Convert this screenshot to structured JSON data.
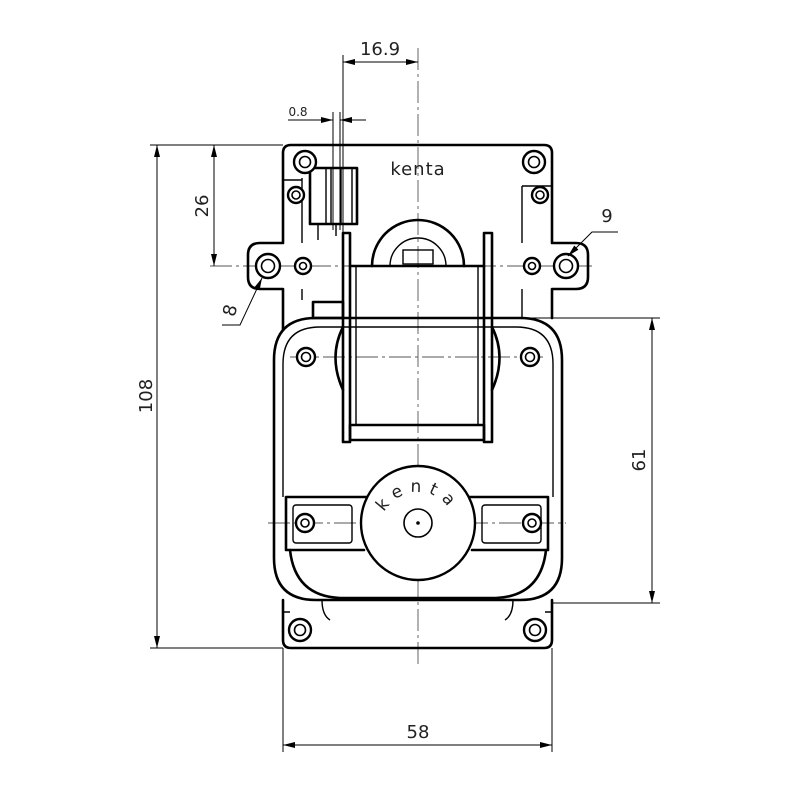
{
  "drawing": {
    "brand_top": "kenta",
    "brand_gear": "kenta"
  },
  "dimensions": {
    "offset_top": "16.9",
    "gap": "0.8",
    "ear_height": "26",
    "ear_hole": "9",
    "side_hole": "8",
    "total_height": "108",
    "body_height": "61",
    "width": "58"
  },
  "colors": {
    "line": "#000000",
    "background": "#ffffff"
  }
}
